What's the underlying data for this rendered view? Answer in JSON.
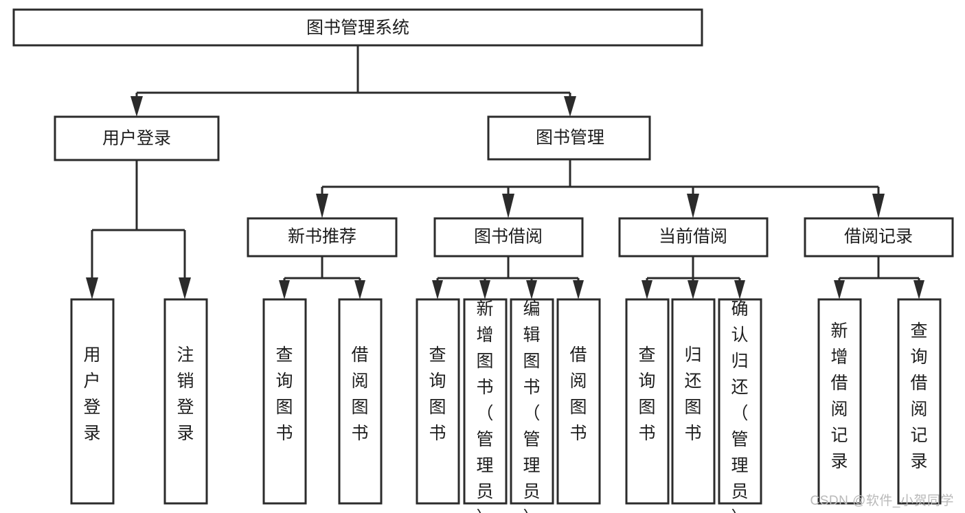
{
  "diagram": {
    "type": "tree-hierarchy",
    "title": "图书管理系统",
    "watermark": "CSDN @软件_小贺同学",
    "colors": {
      "background": "#ffffff",
      "box_fill": "#ffffff",
      "box_stroke": "#2b2b2b",
      "text": "#1d1d1d",
      "watermark": "#b9b9b9"
    },
    "nodes": {
      "root": {
        "label": "图书管理系统",
        "orientation": "horizontal"
      },
      "level1": [
        {
          "id": "user-login",
          "label": "用户登录",
          "orientation": "horizontal"
        },
        {
          "id": "book-manage",
          "label": "图书管理",
          "orientation": "horizontal"
        }
      ],
      "level2": [
        {
          "id": "new-book-recommend",
          "label": "新书推荐",
          "orientation": "horizontal"
        },
        {
          "id": "book-borrow",
          "label": "图书借阅",
          "orientation": "horizontal"
        },
        {
          "id": "current-borrow",
          "label": "当前借阅",
          "orientation": "horizontal"
        },
        {
          "id": "borrow-record",
          "label": "借阅记录",
          "orientation": "horizontal"
        }
      ],
      "leaves": {
        "user-login": [
          {
            "id": "leaf-user-login",
            "label": "用户登录",
            "orientation": "vertical"
          },
          {
            "id": "leaf-user-logout",
            "label": "注销登录",
            "orientation": "vertical"
          }
        ],
        "new-book-recommend": [
          {
            "id": "leaf-query-book-1",
            "label": "查询图书",
            "orientation": "vertical"
          },
          {
            "id": "leaf-borrow-book-1",
            "label": "借阅图书",
            "orientation": "vertical"
          }
        ],
        "book-borrow": [
          {
            "id": "leaf-query-book-2",
            "label": "查询图书",
            "orientation": "vertical"
          },
          {
            "id": "leaf-add-book",
            "label": "新增图书（管理员）",
            "orientation": "vertical"
          },
          {
            "id": "leaf-edit-book",
            "label": "编辑图书（管理员）",
            "orientation": "vertical"
          },
          {
            "id": "leaf-borrow-book-2",
            "label": "借阅图书",
            "orientation": "vertical"
          }
        ],
        "current-borrow": [
          {
            "id": "leaf-query-book-3",
            "label": "查询图书",
            "orientation": "vertical"
          },
          {
            "id": "leaf-return-book",
            "label": "归还图书",
            "orientation": "vertical"
          },
          {
            "id": "leaf-confirm-return",
            "label": "确认归还（管理员）",
            "orientation": "vertical"
          }
        ],
        "borrow-record": [
          {
            "id": "leaf-add-record",
            "label": "新增借阅记录",
            "orientation": "vertical"
          },
          {
            "id": "leaf-query-record",
            "label": "查询借阅记录",
            "orientation": "vertical"
          }
        ]
      }
    },
    "edges": [
      {
        "from": "图书管理系统",
        "to": "用户登录"
      },
      {
        "from": "图书管理系统",
        "to": "图书管理"
      },
      {
        "from": "图书管理",
        "to": "新书推荐"
      },
      {
        "from": "图书管理",
        "to": "图书借阅"
      },
      {
        "from": "图书管理",
        "to": "当前借阅"
      },
      {
        "from": "图书管理",
        "to": "借阅记录"
      },
      {
        "from": "用户登录",
        "to": "用户登录"
      },
      {
        "from": "用户登录",
        "to": "注销登录"
      },
      {
        "from": "新书推荐",
        "to": "查询图书"
      },
      {
        "from": "新书推荐",
        "to": "借阅图书"
      },
      {
        "from": "图书借阅",
        "to": "查询图书"
      },
      {
        "from": "图书借阅",
        "to": "新增图书（管理员）"
      },
      {
        "from": "图书借阅",
        "to": "编辑图书（管理员）"
      },
      {
        "from": "图书借阅",
        "to": "借阅图书"
      },
      {
        "from": "当前借阅",
        "to": "查询图书"
      },
      {
        "from": "当前借阅",
        "to": "归还图书"
      },
      {
        "from": "当前借阅",
        "to": "确认归还（管理员）"
      },
      {
        "from": "借阅记录",
        "to": "新增借阅记录"
      },
      {
        "from": "借阅记录",
        "to": "查询借阅记录"
      }
    ]
  }
}
